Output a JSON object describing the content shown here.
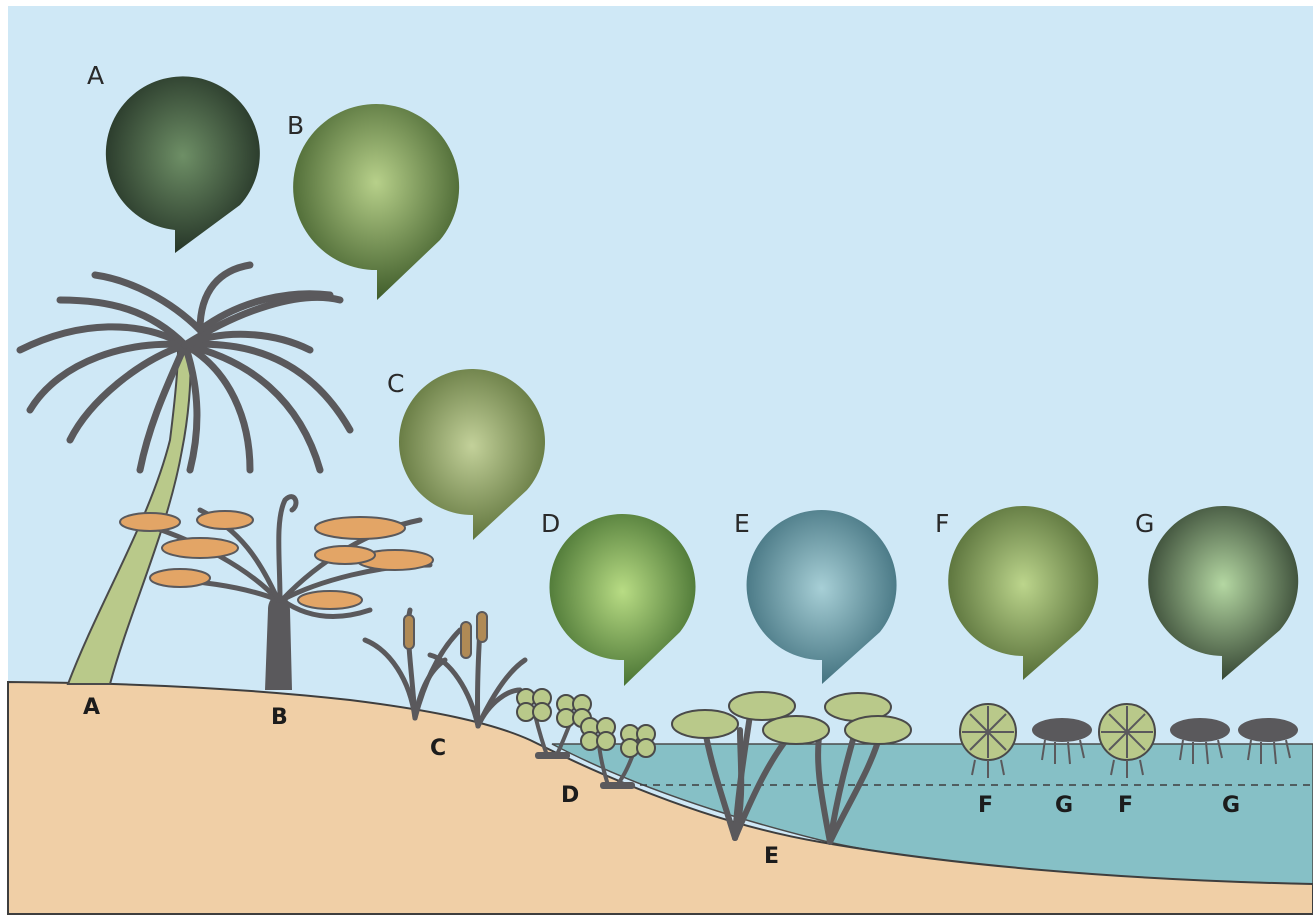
{
  "bubble_labels": [
    "A",
    "B",
    "C",
    "D",
    "E",
    "F",
    "G"
  ],
  "ground_labels": [
    "A",
    "B",
    "C",
    "D",
    "E",
    "F",
    "G",
    "F",
    "G"
  ],
  "colors": {
    "sky": "#cfe8f6",
    "soil": "#f0cfa6",
    "water": "#86c0c6",
    "plant_dark": "#5a595c",
    "plant_light": "#b9c98a",
    "fern_orange": "#e3a566"
  },
  "bubble_fills": [
    "#3b4b3a",
    "#5b7a3c",
    "#6f8c4c",
    "#7fb05a",
    "#6a9aa8",
    "#7e9a52",
    "#8dae7a"
  ]
}
